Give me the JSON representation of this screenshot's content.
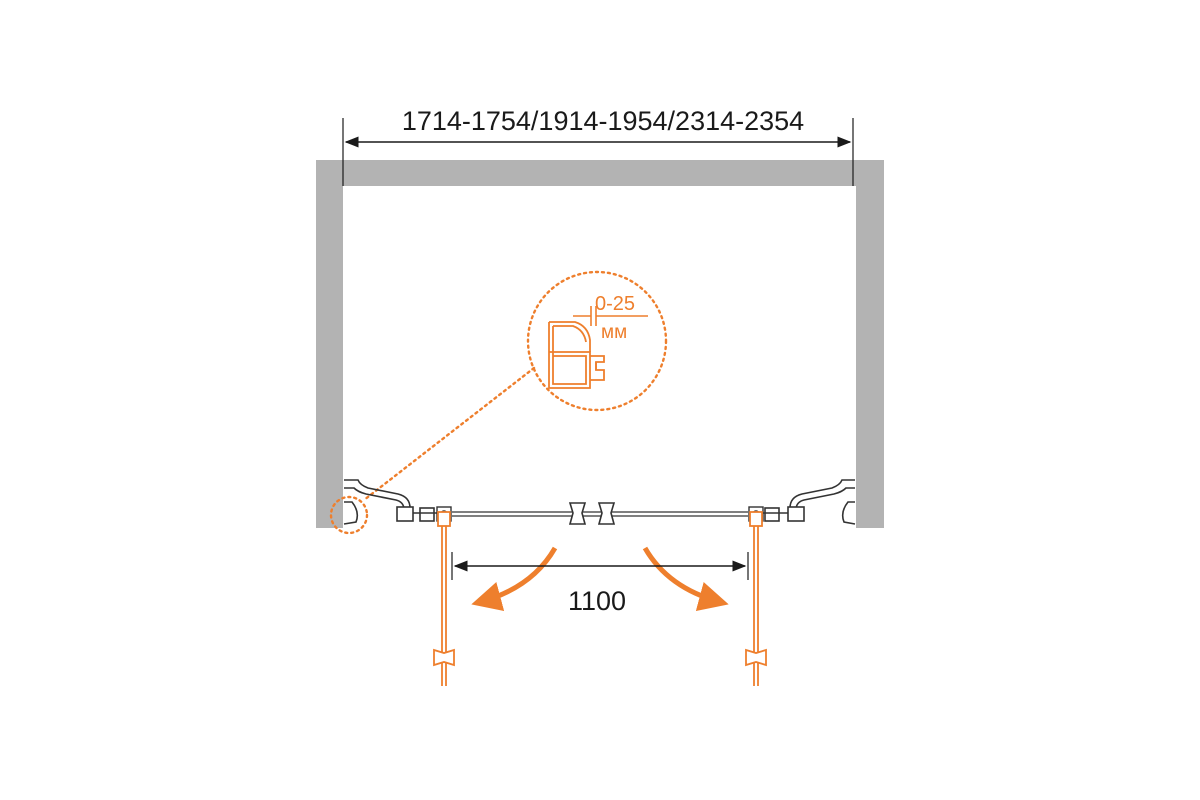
{
  "dimensions": {
    "total_width_label": "1714-1754/1914-1954/2314-2354",
    "door_opening_label": "1100",
    "adjustment_value": "0-25",
    "adjustment_unit": "мм"
  },
  "colors": {
    "wall": "#b3b3b3",
    "line": "#1a1a1a",
    "accent": "#ee7f2d",
    "fitting": "#333333"
  }
}
